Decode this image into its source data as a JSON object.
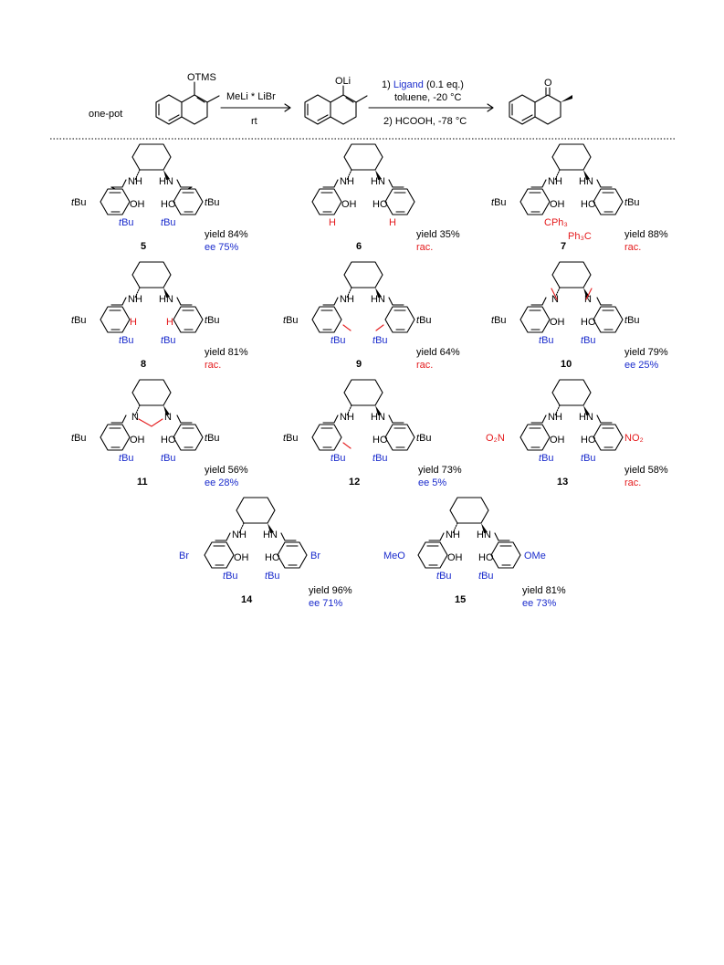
{
  "header": {
    "one_pot": "one-pot",
    "start_label": "OTMS",
    "arrow1_top": "MeLi * LiBr",
    "arrow1_bottom": "rt",
    "inter_label": "OLi",
    "arrow2_line1_num": "1) ",
    "arrow2_line1_ligand": "Ligand",
    "arrow2_line1_rest": " (0.1 eq.)",
    "arrow2_line2": "toluene, -20 °C",
    "arrow2_line3": "2) HCOOH, -78 °C",
    "product_label": "O"
  },
  "labels": {
    "nh": "NH",
    "hn": "HN",
    "n": "N",
    "oh": "OH",
    "ho": "HO",
    "h": "H",
    "tbu_t": "t",
    "tbu_bu": "Bu",
    "bu_dash": "Bu",
    "bu_dash_suffix": "-",
    "br": "Br",
    "meo": "MeO",
    "ome": "OMe",
    "no2_left": "O₂N",
    "no2_right": "NO₂",
    "cph3": "CPh₃",
    "ph3c": "Ph₃C"
  },
  "compounds": [
    {
      "id": "5",
      "yield": "yield 84%",
      "result": "ee 75%",
      "result_color": "#1a2bcc"
    },
    {
      "id": "6",
      "yield": "yield 35%",
      "result": "rac.",
      "result_color": "#e41a1c"
    },
    {
      "id": "7",
      "yield": "yield 88%",
      "result": "rac.",
      "result_color": "#e41a1c"
    },
    {
      "id": "8",
      "yield": "yield 81%",
      "result": "rac.",
      "result_color": "#e41a1c"
    },
    {
      "id": "9",
      "yield": "yield 64%",
      "result": "rac.",
      "result_color": "#e41a1c"
    },
    {
      "id": "10",
      "yield": "yield 79%",
      "result": "ee 25%",
      "result_color": "#1a2bcc"
    },
    {
      "id": "11",
      "yield": "yield 56%",
      "result": "ee 28%",
      "result_color": "#1a2bcc"
    },
    {
      "id": "12",
      "yield": "yield 73%",
      "result": "ee 5%",
      "result_color": "#1a2bcc"
    },
    {
      "id": "13",
      "yield": "yield 58%",
      "result": "rac.",
      "result_color": "#e41a1c"
    },
    {
      "id": "14",
      "yield": "yield 96%",
      "result": "ee 71%",
      "result_color": "#1a2bcc"
    },
    {
      "id": "15",
      "yield": "yield 81%",
      "result": "ee 73%",
      "result_color": "#1a2bcc"
    }
  ],
  "colors": {
    "blue": "#1a2bcc",
    "red": "#e41a1c"
  }
}
